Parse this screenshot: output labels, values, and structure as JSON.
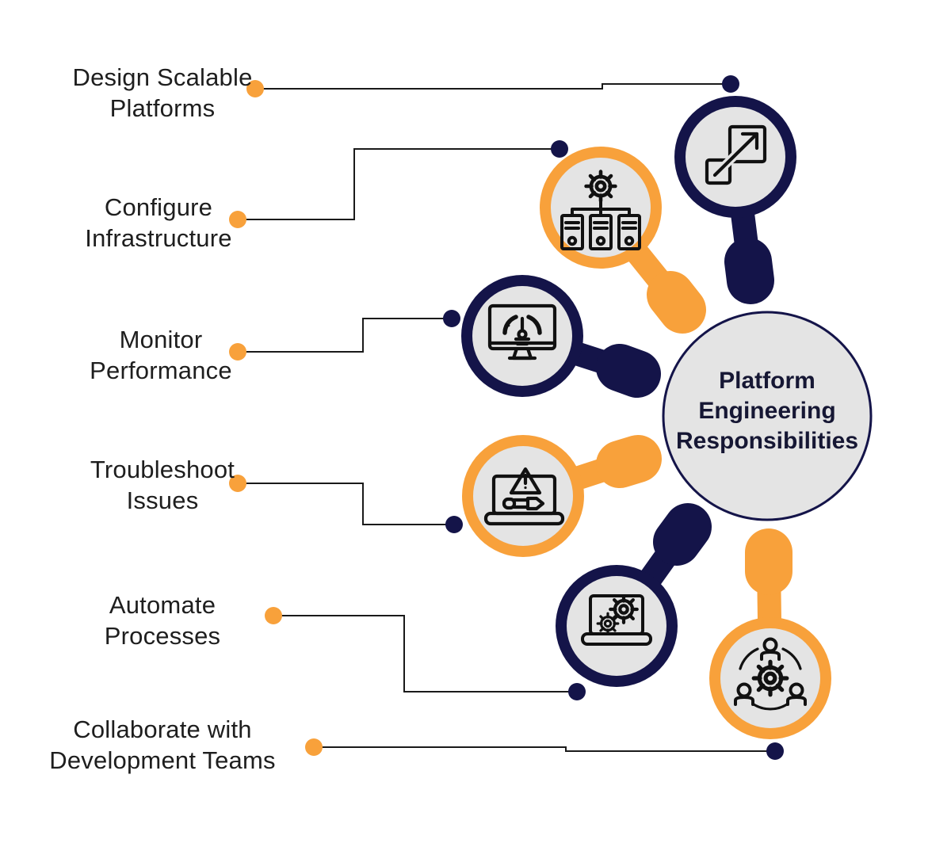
{
  "center": {
    "text": "Platform\nEngineering\nResponsibilities"
  },
  "nodes": [
    {
      "id": "design-scalable-platforms",
      "label": "Design Scalable\nPlatforms",
      "icon": "scale-icon",
      "ring_color": "navy"
    },
    {
      "id": "configure-infrastructure",
      "label": "Configure\nInfrastructure",
      "icon": "infrastructure-icon",
      "ring_color": "orange"
    },
    {
      "id": "monitor-performance",
      "label": "Monitor\nPerformance",
      "icon": "performance-gauge-icon",
      "ring_color": "navy"
    },
    {
      "id": "troubleshoot-issues",
      "label": "Troubleshoot\nIssues",
      "icon": "troubleshoot-icon",
      "ring_color": "orange"
    },
    {
      "id": "automate-processes",
      "label": "Automate\nProcesses",
      "icon": "automation-gears-icon",
      "ring_color": "navy"
    },
    {
      "id": "collaborate-development-teams",
      "label": "Collaborate with\nDevelopment Teams",
      "icon": "collaboration-icon",
      "ring_color": "orange"
    }
  ],
  "colors": {
    "navy": "#141449",
    "orange": "#F8A13B",
    "circle_fill": "#E4E4E4",
    "connector_line": "#1A1A1A",
    "icon_stroke": "#111111",
    "label_text": "#1E1E1E",
    "center_text": "#161734"
  }
}
